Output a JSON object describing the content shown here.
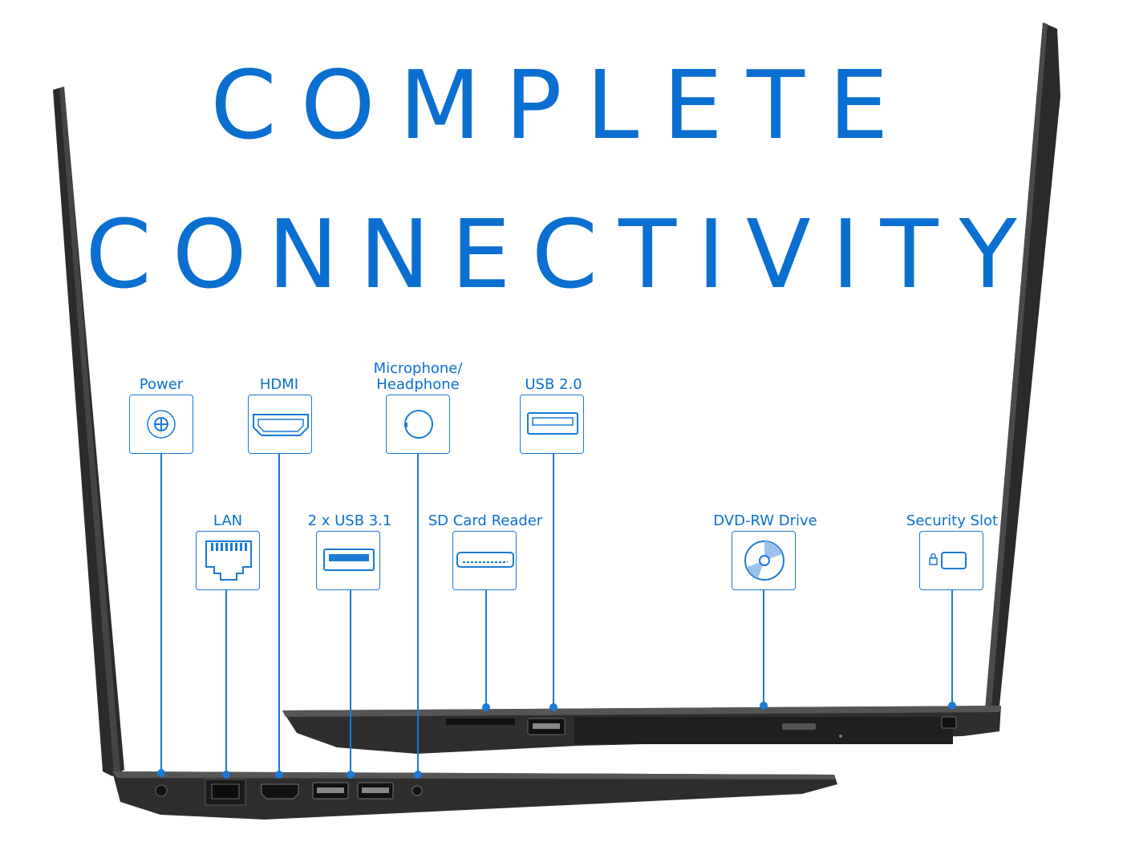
{
  "headline": {
    "line1": "COMPLETE",
    "line2": "CONNECTIVITY"
  },
  "accent_color": "#0a6fd0",
  "ports": {
    "power": {
      "label": "Power",
      "icon": "power-jack-icon"
    },
    "hdmi": {
      "label": "HDMI",
      "icon": "hdmi-icon"
    },
    "audio": {
      "label_line1": "Microphone/",
      "label_line2": "Headphone",
      "icon": "audio-jack-icon"
    },
    "usb2": {
      "label": "USB 2.0",
      "icon": "usb-port-icon"
    },
    "lan": {
      "label": "LAN",
      "icon": "ethernet-icon"
    },
    "usb31": {
      "label": "2 x USB 3.1",
      "icon": "usb-port-icon"
    },
    "sd": {
      "label": "SD Card Reader",
      "icon": "sd-card-icon"
    },
    "dvd": {
      "label": "DVD-RW Drive",
      "icon": "disc-icon"
    },
    "security": {
      "label": "Security Slot",
      "icon": "lock-slot-icon"
    }
  }
}
